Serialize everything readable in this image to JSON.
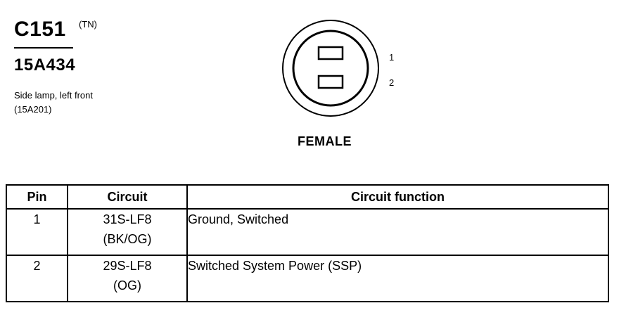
{
  "connector": {
    "id": "C151",
    "color_code": "(TN)",
    "part_number": "15A434",
    "description": "Side lamp, left front",
    "description_ref": "(15A201)",
    "gender": "FEMALE",
    "pin_labels": [
      "1",
      "2"
    ]
  },
  "pinout_table": {
    "headers": {
      "pin": "Pin",
      "circuit": "Circuit",
      "function": "Circuit function"
    },
    "rows": [
      {
        "pin": "1",
        "circuit": "31S-LF8",
        "wire_color": "(BK/OG)",
        "function": "Ground, Switched"
      },
      {
        "pin": "2",
        "circuit": "29S-LF8",
        "wire_color": "(OG)",
        "function": "Switched System Power (SSP)"
      }
    ]
  }
}
